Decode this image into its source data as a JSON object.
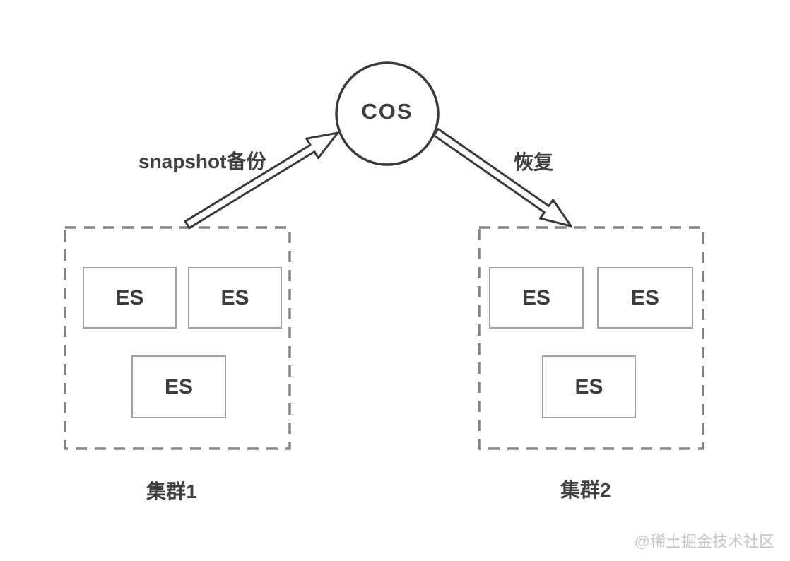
{
  "diagram": {
    "cos": {
      "label": "COS"
    },
    "arrows": [
      {
        "label": "snapshot备份",
        "from": "集群1",
        "to": "COS"
      },
      {
        "label": "恢复",
        "from": "COS",
        "to": "集群2"
      }
    ],
    "clusters": [
      {
        "label": "集群1",
        "nodes": [
          "ES",
          "ES",
          "ES"
        ]
      },
      {
        "label": "集群2",
        "nodes": [
          "ES",
          "ES",
          "ES"
        ]
      }
    ],
    "watermark": "@稀土掘金技术社区",
    "colors": {
      "line": "#3a3a3a",
      "dashed_border": "#848484",
      "node_border": "#a0a0a0",
      "text": "#3d3d3d",
      "watermark": "#c7c7c7",
      "background": "#ffffff"
    }
  }
}
